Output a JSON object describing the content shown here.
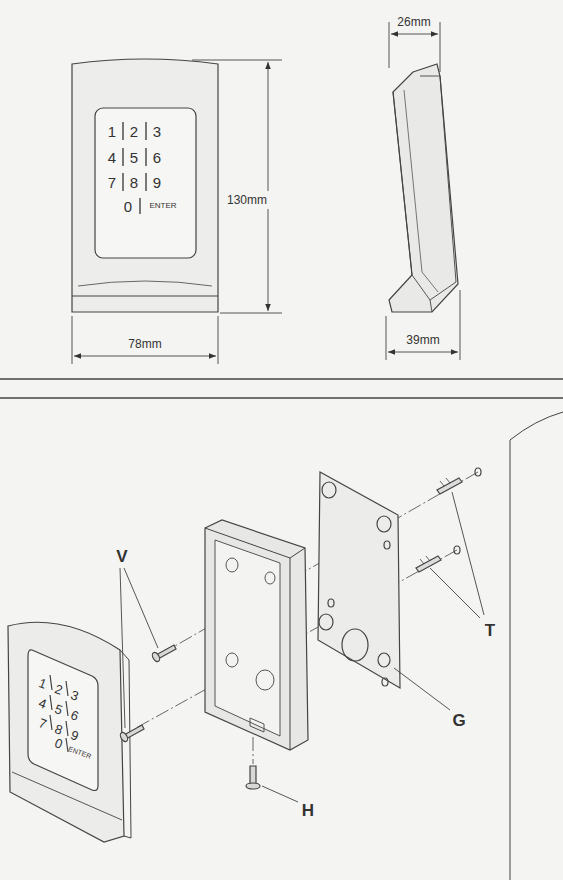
{
  "diagram": {
    "labels": [
      "1",
      "2",
      "3",
      "4",
      "5",
      "6",
      "7",
      "8",
      "9",
      "0",
      "ENTER",
      "130mm",
      "78mm",
      "26mm",
      "39mm",
      "1",
      "2",
      "3",
      "4",
      "5",
      "6",
      "7",
      "8",
      "9",
      "0",
      "ENTER",
      "V",
      "T",
      "G",
      "H"
    ]
  }
}
